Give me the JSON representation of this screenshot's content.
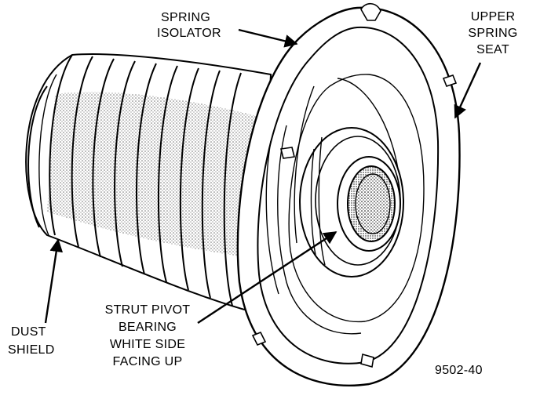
{
  "labels": {
    "spring_isolator": [
      "SPRING",
      "ISOLATOR"
    ],
    "upper_spring_seat": [
      "UPPER",
      "SPRING",
      "SEAT"
    ],
    "dust_shield": [
      "DUST",
      "SHIELD"
    ],
    "strut_pivot_bearing": [
      "STRUT PIVOT",
      "BEARING",
      "WHITE SIDE",
      "FACING UP"
    ]
  },
  "figure_number": "9502-40"
}
